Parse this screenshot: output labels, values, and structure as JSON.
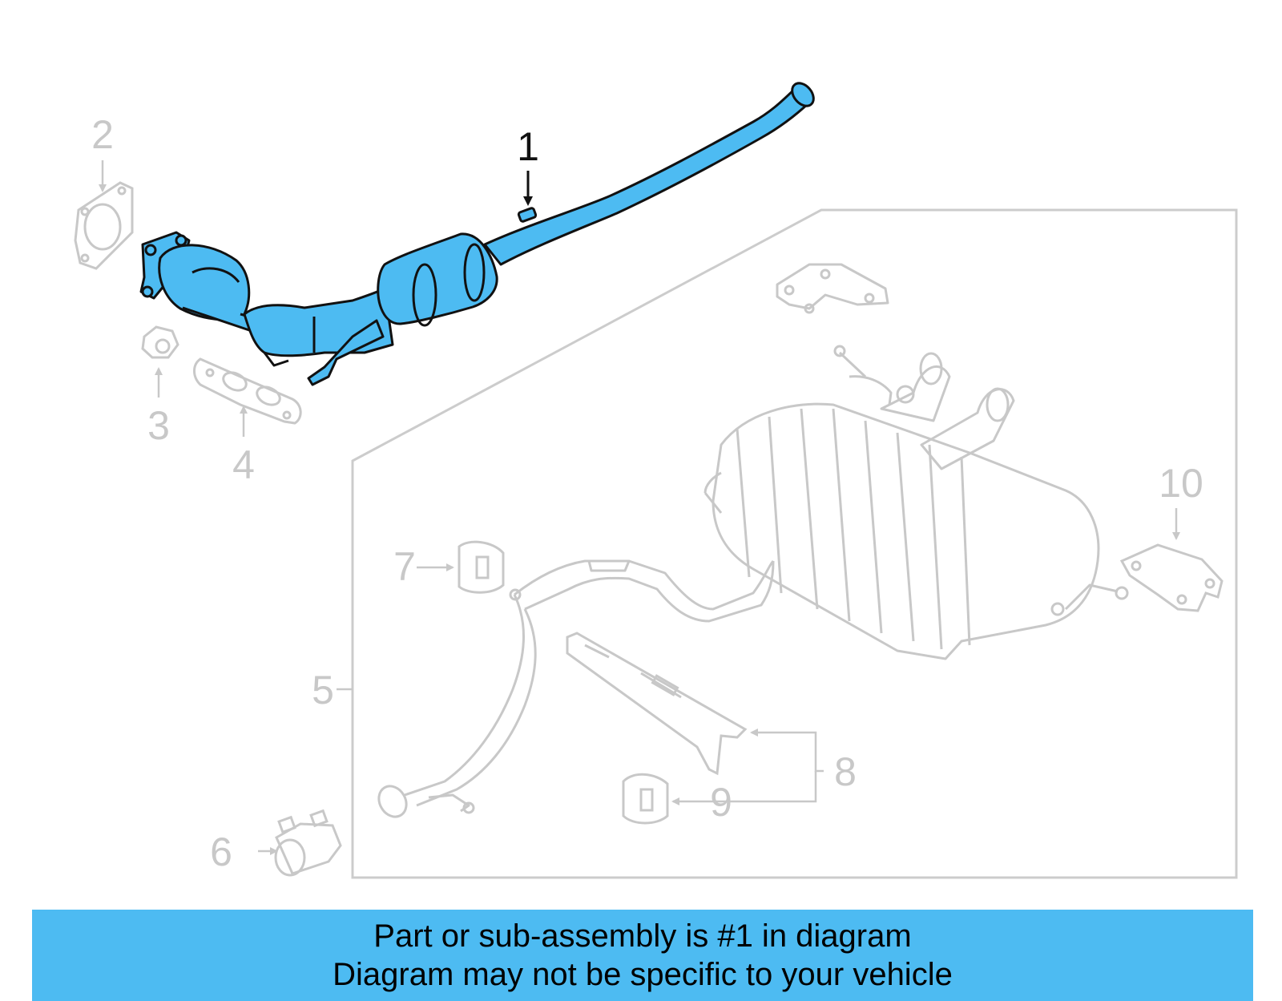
{
  "diagram": {
    "callouts": {
      "c1": "1",
      "c2": "2",
      "c3": "3",
      "c4": "4",
      "c5": "5",
      "c6": "6",
      "c7": "7",
      "c8": "8",
      "c9": "9",
      "c10": "10"
    },
    "highlighted_part": "1",
    "colors": {
      "highlight": "#4dbbf2",
      "outline_highlight": "#111111",
      "outline_other": "#c8c8c8",
      "banner": "#4dbbf2"
    }
  },
  "banner": {
    "line1": "Part or sub-assembly is #1 in diagram",
    "line2": "Diagram may not be specific to your vehicle"
  }
}
